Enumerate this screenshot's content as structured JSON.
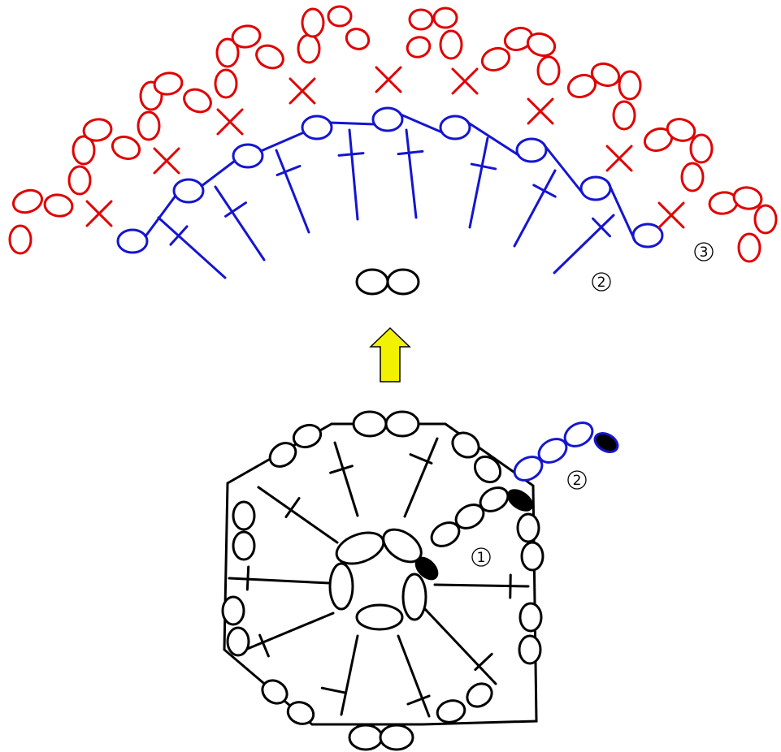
{
  "colors": {
    "round1": "#000000",
    "round2": "#1515d0",
    "round3": "#e00000",
    "arrow_fill": "#f2f200",
    "arrow_stroke": "#000000",
    "slip_stitch": "#000000"
  },
  "labels": {
    "round1": "1",
    "round2_top": "2",
    "round2_bottom": "2",
    "round3": "3"
  }
}
